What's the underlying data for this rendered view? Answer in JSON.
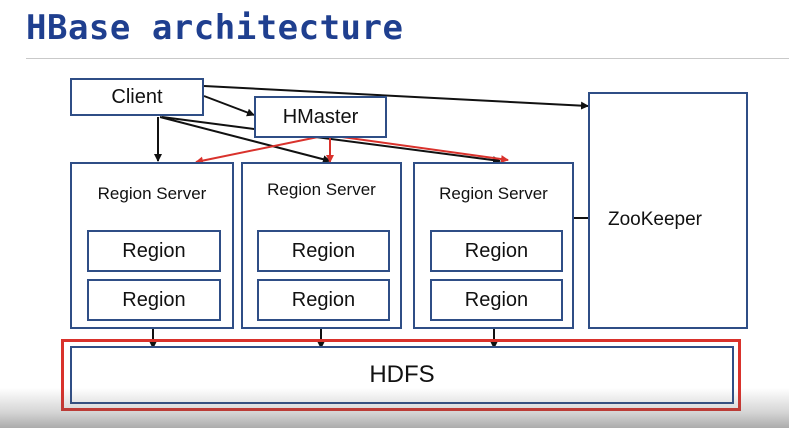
{
  "title": "HBase architecture",
  "client": {
    "label": "Client"
  },
  "hmaster": {
    "label": "HMaster"
  },
  "zookeeper": {
    "label": "ZooKeeper"
  },
  "region_servers": [
    {
      "label": "Region Server",
      "regions": [
        "Region",
        "Region"
      ]
    },
    {
      "label": "Region Server",
      "regions": [
        "Region",
        "Region"
      ]
    },
    {
      "label": "Region Server",
      "regions": [
        "Region",
        "Region"
      ]
    }
  ],
  "hdfs": {
    "label": "HDFS"
  },
  "colors": {
    "title": "#1f3f8f",
    "box_border": "#2f4e86",
    "highlight": "#d9322c",
    "client_arrow": "#111111",
    "master_arrow": "#d9322c"
  }
}
